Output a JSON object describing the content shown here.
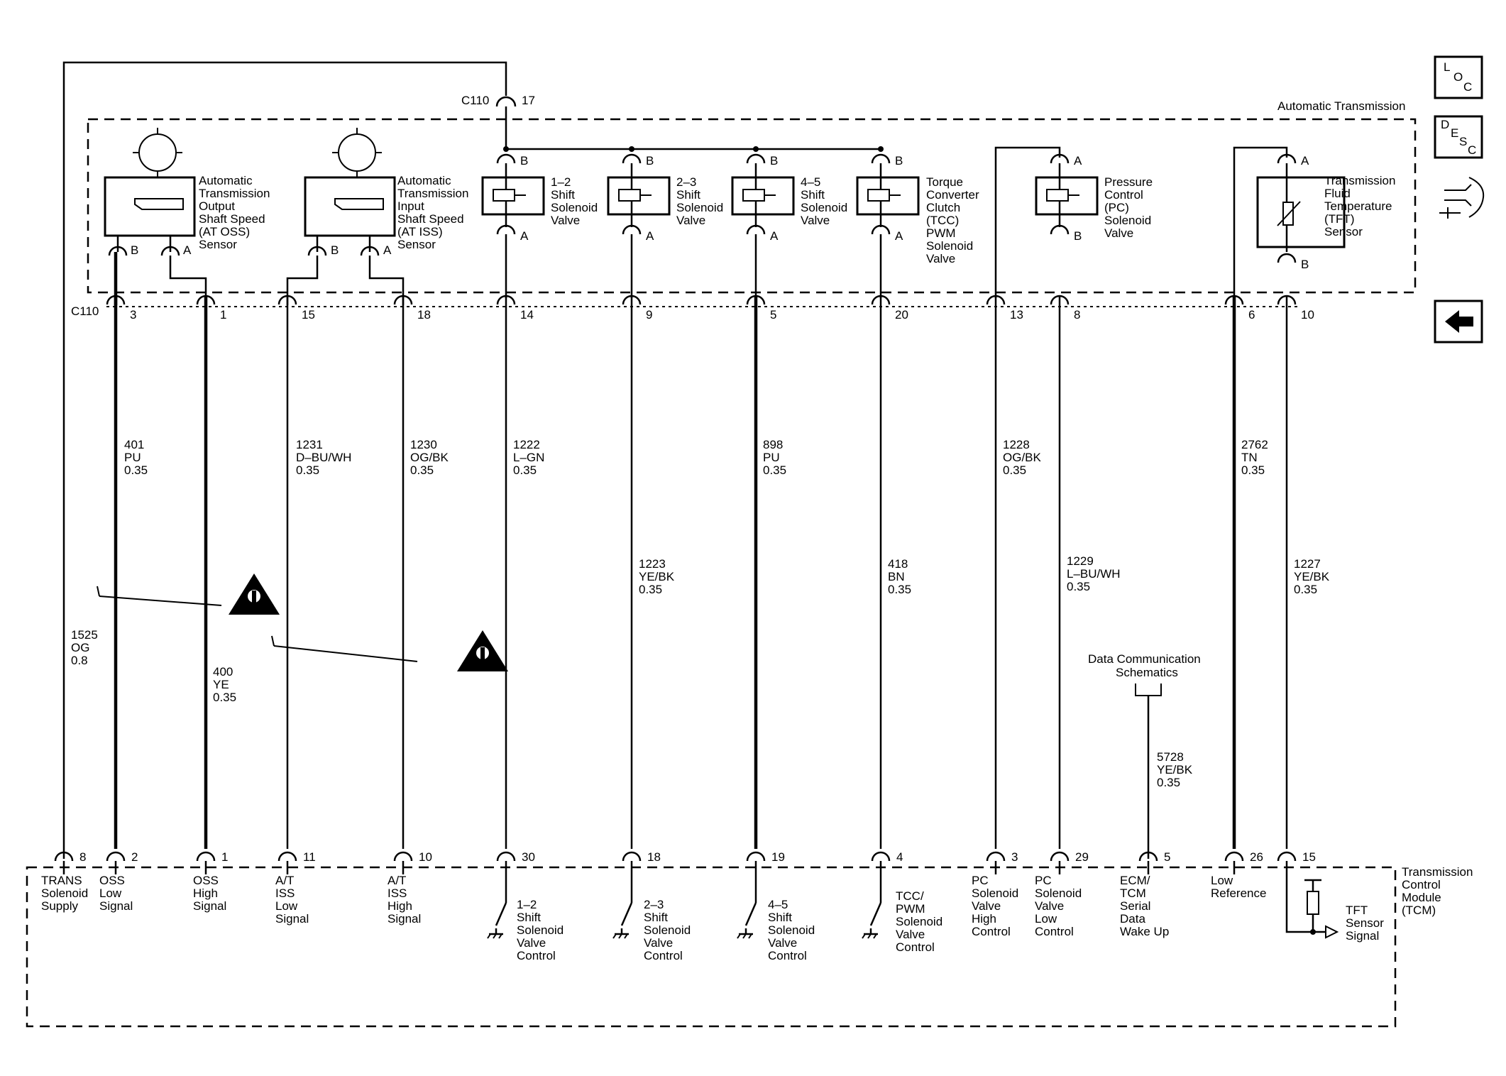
{
  "connectors": {
    "top_a": "C110",
    "top_a_pin": "17",
    "mid": "C110"
  },
  "labels": {
    "automatic_transmission": "Automatic Transmission",
    "tcm": [
      "Transmission",
      "Control",
      "Module",
      "(TCM)"
    ],
    "data_comm": [
      "Data Communication",
      "Schematics"
    ]
  },
  "nav_icons": {
    "loc": [
      "L",
      "O",
      "C"
    ],
    "desc": [
      "D",
      "E",
      "S",
      "C"
    ]
  },
  "components": [
    {
      "id": "oss",
      "lines": [
        "Automatic",
        "Transmission",
        "Output",
        "Shaft Speed",
        "(AT OSS)",
        "Sensor"
      ],
      "pin_left": "B",
      "pin_right": "A"
    },
    {
      "id": "iss",
      "lines": [
        "Automatic",
        "Transmission",
        "Input",
        "Shaft Speed",
        "(AT ISS)",
        "Sensor"
      ],
      "pin_left": "B",
      "pin_right": "A"
    },
    {
      "id": "sol12",
      "lines": [
        "1–2",
        "Shift",
        "Solenoid",
        "Valve"
      ],
      "pin_top": "B",
      "pin_bottom": "A"
    },
    {
      "id": "sol23",
      "lines": [
        "2–3",
        "Shift",
        "Solenoid",
        "Valve"
      ],
      "pin_top": "B",
      "pin_bottom": "A"
    },
    {
      "id": "sol45",
      "lines": [
        "4–5",
        "Shift",
        "Solenoid",
        "Valve"
      ],
      "pin_top": "B",
      "pin_bottom": "A"
    },
    {
      "id": "tcc",
      "lines": [
        "Torque",
        "Converter",
        "Clutch",
        "(TCC)",
        "PWM",
        "Solenoid",
        "Valve"
      ],
      "pin_top": "B",
      "pin_bottom": "A"
    },
    {
      "id": "pc",
      "lines": [
        "Pressure",
        "Control",
        "(PC)",
        "Solenoid",
        "Valve"
      ],
      "pin_top": "A",
      "pin_bottom": "B"
    },
    {
      "id": "tft",
      "lines": [
        "Transmission",
        "Fluid",
        "Temperature",
        "(TFT)",
        "Sensor"
      ],
      "pin_top": "A",
      "pin_bottom": "B"
    }
  ],
  "c110_pins": [
    "3",
    "1",
    "15",
    "18",
    "14",
    "9",
    "5",
    "20",
    "13",
    "8",
    "6",
    "10"
  ],
  "wires": [
    {
      "circuit": "401",
      "color": "PU",
      "size": "0.35"
    },
    {
      "circuit": "400",
      "color": "YE",
      "size": "0.35"
    },
    {
      "circuit": "1231",
      "color": "D–BU/WH",
      "size": "0.35"
    },
    {
      "circuit": "1230",
      "color": "OG/BK",
      "size": "0.35"
    },
    {
      "circuit": "1222",
      "color": "L–GN",
      "size": "0.35"
    },
    {
      "circuit": "1223",
      "color": "YE/BK",
      "size": "0.35"
    },
    {
      "circuit": "898",
      "color": "PU",
      "size": "0.35"
    },
    {
      "circuit": "418",
      "color": "BN",
      "size": "0.35"
    },
    {
      "circuit": "1228",
      "color": "OG/BK",
      "size": "0.35"
    },
    {
      "circuit": "1229",
      "color": "L–BU/WH",
      "size": "0.35"
    },
    {
      "circuit": "2762",
      "color": "TN",
      "size": "0.35"
    },
    {
      "circuit": "1227",
      "color": "YE/BK",
      "size": "0.35"
    },
    {
      "circuit": "1525",
      "color": "OG",
      "size": "0.8"
    },
    {
      "circuit": "5728",
      "color": "YE/BK",
      "size": "0.35"
    }
  ],
  "tcm_pins": [
    "8",
    "2",
    "1",
    "11",
    "10",
    "30",
    "18",
    "19",
    "4",
    "3",
    "29",
    "5",
    "26",
    "15"
  ],
  "tcm_labels": [
    [
      "TRANS",
      "Solenoid",
      "Supply"
    ],
    [
      "OSS",
      "Low",
      "Signal"
    ],
    [
      "OSS",
      "High",
      "Signal"
    ],
    [
      "A/T",
      "ISS",
      "Low",
      "Signal"
    ],
    [
      "A/T",
      "ISS",
      "High",
      "Signal"
    ],
    [
      "1–2",
      "Shift",
      "Solenoid",
      "Valve",
      "Control"
    ],
    [
      "2–3",
      "Shift",
      "Solenoid",
      "Valve",
      "Control"
    ],
    [
      "4–5",
      "Shift",
      "Solenoid",
      "Valve",
      "Control"
    ],
    [
      "TCC/",
      "PWM",
      "Solenoid",
      "Valve",
      "Control"
    ],
    [
      "PC",
      "Solenoid",
      "Valve",
      "High",
      "Control"
    ],
    [
      "PC",
      "Solenoid",
      "Valve",
      "Low",
      "Control"
    ],
    [
      "ECM/",
      "TCM",
      "Serial",
      "Data",
      "Wake Up"
    ],
    [
      "Low",
      "Reference"
    ],
    [
      "TFT",
      "Sensor",
      "Signal"
    ]
  ]
}
